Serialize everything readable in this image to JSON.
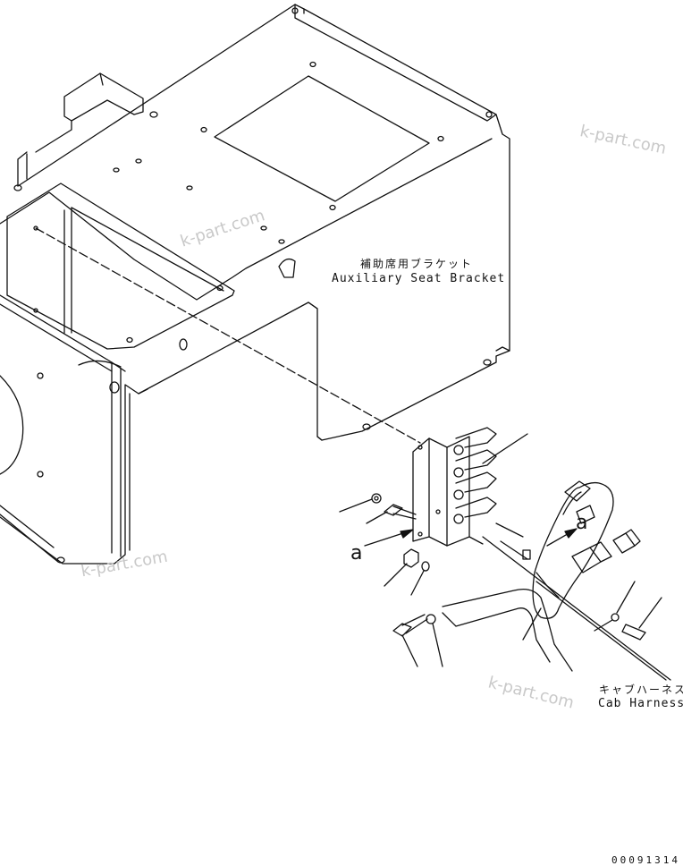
{
  "labels": {
    "aux_bracket_jp": "補助席用ブラケット",
    "aux_bracket_en": "Auxiliary Seat Bracket",
    "cab_harness_jp": "キャブハーネス",
    "cab_harness_en": "Cab Harness",
    "view_a_left": "a",
    "view_a_right": "a"
  },
  "watermarks": [
    "k-part.com",
    "k-part.com",
    "k-part.com",
    "k-part.com"
  ],
  "drawing_code": "00091314"
}
